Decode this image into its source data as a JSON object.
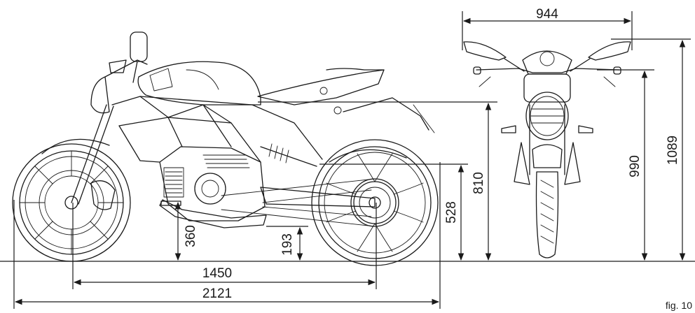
{
  "dimensions": {
    "width_mirrors": "944",
    "height_max": "1089",
    "height_handlebar": "990",
    "seat_height": "810",
    "footpeg_height": "528",
    "clearance_front": "360",
    "clearance_min": "193",
    "wheelbase": "1450",
    "length": "2121"
  },
  "caption": "fig. 10"
}
